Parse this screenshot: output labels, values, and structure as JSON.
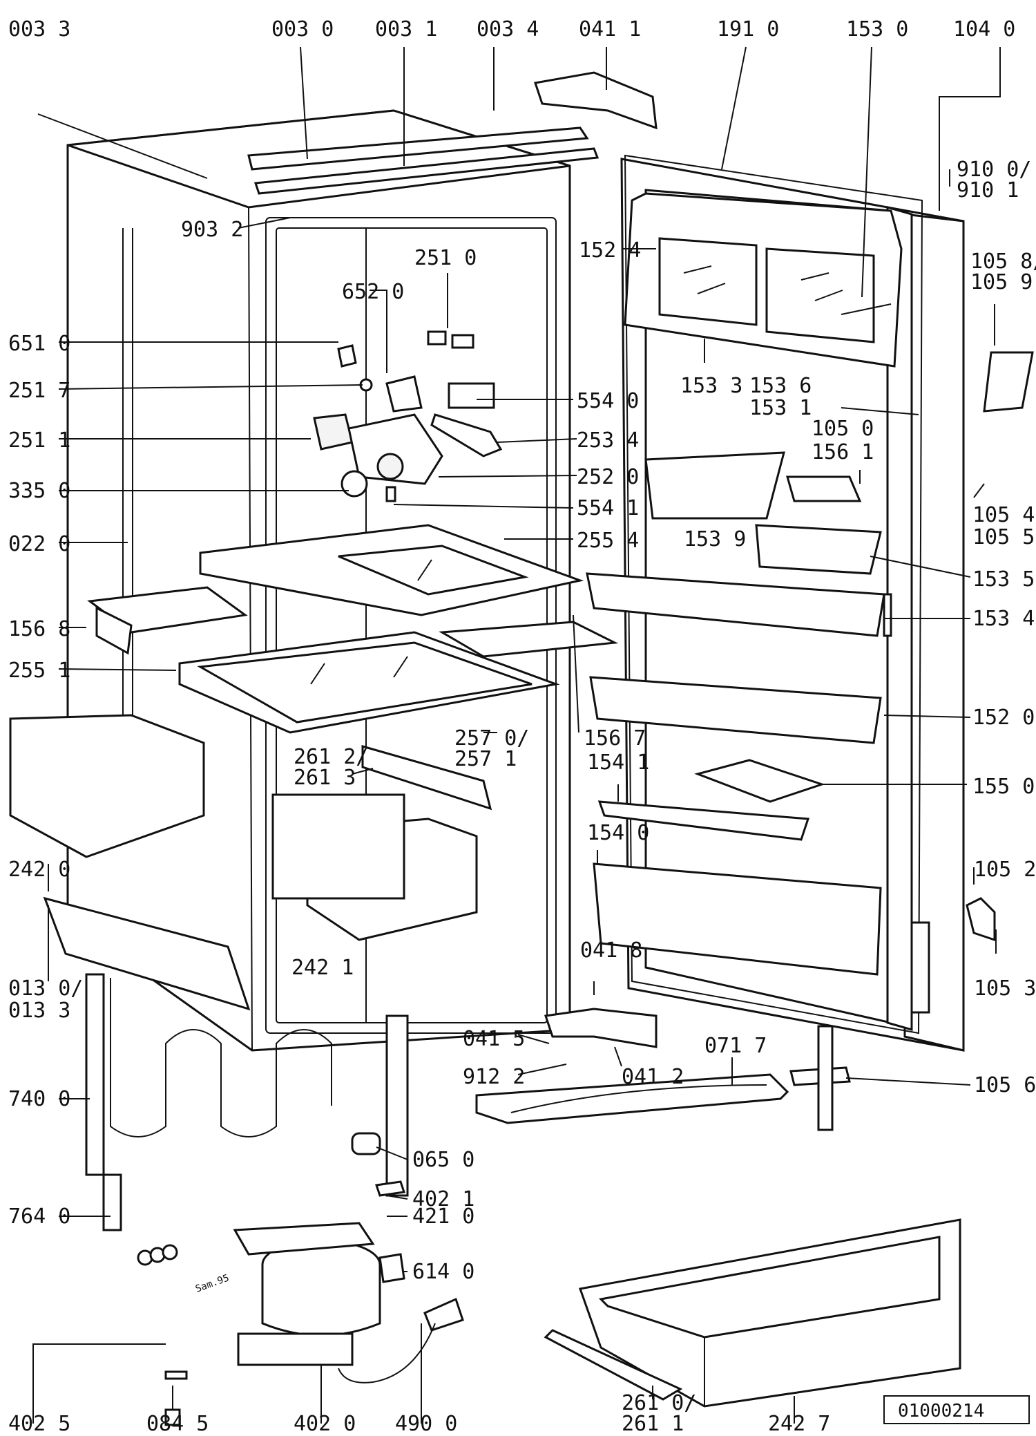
{
  "callouts": [
    {
      "id": "c0033",
      "text": "003 3"
    },
    {
      "id": "c0030",
      "text": "003 0"
    },
    {
      "id": "c0031",
      "text": "003 1"
    },
    {
      "id": "c0034",
      "text": "003 4"
    },
    {
      "id": "c0411",
      "text": "041 1"
    },
    {
      "id": "c1910",
      "text": "191 0"
    },
    {
      "id": "c1530",
      "text": "153 0"
    },
    {
      "id": "c1040",
      "text": "104 0"
    },
    {
      "id": "c9100a",
      "text": "910 0/"
    },
    {
      "id": "c9101",
      "text": "910 1"
    },
    {
      "id": "c9032",
      "text": "903 2"
    },
    {
      "id": "c1524",
      "text": "152 4"
    },
    {
      "id": "c2510",
      "text": "251 0"
    },
    {
      "id": "c1058a",
      "text": "105 8/"
    },
    {
      "id": "c1059",
      "text": "105 9"
    },
    {
      "id": "c6520",
      "text": "652 0"
    },
    {
      "id": "c6510",
      "text": "651 0"
    },
    {
      "id": "c2517",
      "text": "251 7"
    },
    {
      "id": "c5540",
      "text": "554 0"
    },
    {
      "id": "c1533",
      "text": "153 3"
    },
    {
      "id": "c1536",
      "text": "153 6"
    },
    {
      "id": "c1531",
      "text": "153 1"
    },
    {
      "id": "c2511",
      "text": "251 1"
    },
    {
      "id": "c2534",
      "text": "253 4"
    },
    {
      "id": "c1050",
      "text": "105 0"
    },
    {
      "id": "c1561",
      "text": "156 1"
    },
    {
      "id": "c2520",
      "text": "252 0"
    },
    {
      "id": "c3350",
      "text": "335 0"
    },
    {
      "id": "c5541",
      "text": "554 1"
    },
    {
      "id": "c1054a",
      "text": "105 4/"
    },
    {
      "id": "c1055",
      "text": "105 5"
    },
    {
      "id": "c1539",
      "text": "153 9"
    },
    {
      "id": "c0220",
      "text": "022 0"
    },
    {
      "id": "c2554",
      "text": "255 4"
    },
    {
      "id": "c1535",
      "text": "153 5"
    },
    {
      "id": "c1568",
      "text": "156 8"
    },
    {
      "id": "c1534",
      "text": "153 4"
    },
    {
      "id": "c2551",
      "text": "255 1"
    },
    {
      "id": "c1520",
      "text": "152 0"
    },
    {
      "id": "c2570a",
      "text": "257 0/"
    },
    {
      "id": "c2571",
      "text": "257 1"
    },
    {
      "id": "c1567",
      "text": "156 7"
    },
    {
      "id": "c2612a",
      "text": "261 2/"
    },
    {
      "id": "c2613",
      "text": "261 3"
    },
    {
      "id": "c1541",
      "text": "154 1"
    },
    {
      "id": "c1550",
      "text": "155 0"
    },
    {
      "id": "c1540",
      "text": "154 0"
    },
    {
      "id": "c2420",
      "text": "242 0"
    },
    {
      "id": "c1052",
      "text": "105 2"
    },
    {
      "id": "c2421",
      "text": "242 1"
    },
    {
      "id": "c0418",
      "text": "041 8"
    },
    {
      "id": "c0130a",
      "text": "013 0/"
    },
    {
      "id": "c0133",
      "text": "013 3"
    },
    {
      "id": "c1053",
      "text": "105 3"
    },
    {
      "id": "c0415",
      "text": "041 5"
    },
    {
      "id": "c0717",
      "text": "071 7"
    },
    {
      "id": "c9122",
      "text": "912 2"
    },
    {
      "id": "c0412",
      "text": "041 2"
    },
    {
      "id": "c7400",
      "text": "740 0"
    },
    {
      "id": "c1056",
      "text": "105 6"
    },
    {
      "id": "c0650",
      "text": "065 0"
    },
    {
      "id": "c4021",
      "text": "402 1"
    },
    {
      "id": "c7640",
      "text": "764 0"
    },
    {
      "id": "c4210",
      "text": "421 0"
    },
    {
      "id": "c6140",
      "text": "614 0"
    },
    {
      "id": "c4025",
      "text": "402 5"
    },
    {
      "id": "c0845",
      "text": "084 5"
    },
    {
      "id": "c4020",
      "text": "402 0"
    },
    {
      "id": "c4900",
      "text": "490 0"
    },
    {
      "id": "c2610a",
      "text": "261 0/"
    },
    {
      "id": "c2611",
      "text": "261 1"
    },
    {
      "id": "c2427",
      "text": "242 7"
    }
  ],
  "stamp": "Sam.95",
  "drawing_number": "01000214"
}
